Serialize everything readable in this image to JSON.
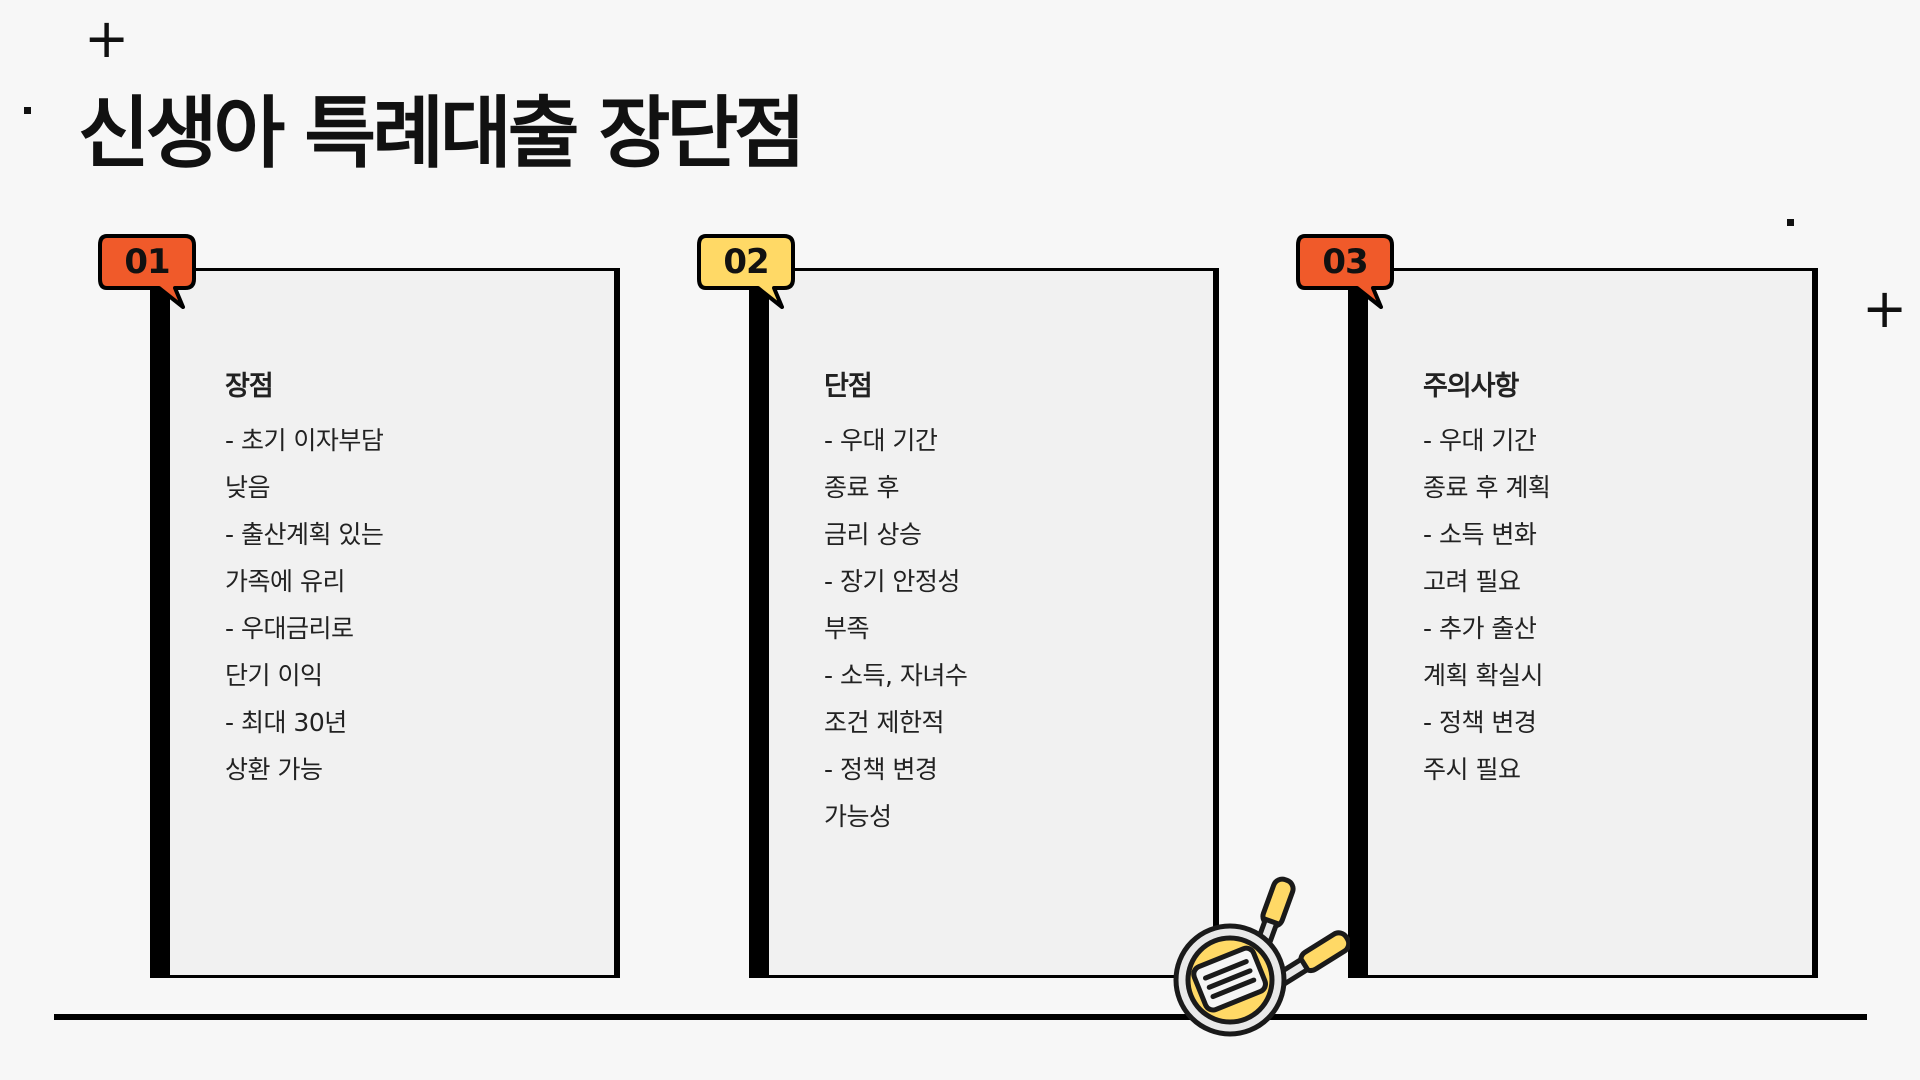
{
  "title": "신생아 특례대출 장단점",
  "colors": {
    "background": "#f7f7f7",
    "card": "#f1f1f1",
    "badge_red": "#f05a2a",
    "badge_yellow": "#ffd966",
    "outline": "#000000"
  },
  "cards": [
    {
      "number": "01",
      "badge_color": "#f05a2a",
      "heading": "장점",
      "lines": [
        "- 초기 이자부담",
        "낮음",
        "- 출산계획 있는",
        "가족에 유리",
        "- 우대금리로",
        "단기 이익",
        "- 최대 30년",
        "상환 가능"
      ]
    },
    {
      "number": "02",
      "badge_color": "#ffd966",
      "heading": "단점",
      "lines": [
        "- 우대 기간",
        "종료 후",
        "금리 상승",
        "- 장기 안정성",
        "부족",
        "- 소득, 자녀수",
        "조건 제한적",
        "- 정책 변경",
        "가능성"
      ]
    },
    {
      "number": "03",
      "badge_color": "#f05a2a",
      "heading": "주의사항",
      "lines": [
        "- 우대 기간",
        "종료 후 계획",
        "- 소득 변화",
        "고려 필요",
        "- 추가 출산",
        "계획 확실시",
        "- 정책 변경",
        "주시 필요"
      ]
    }
  ],
  "decorations": {
    "plus_icon": "plus-icon",
    "pan_icon": "frying-pan-spatula-icon"
  }
}
